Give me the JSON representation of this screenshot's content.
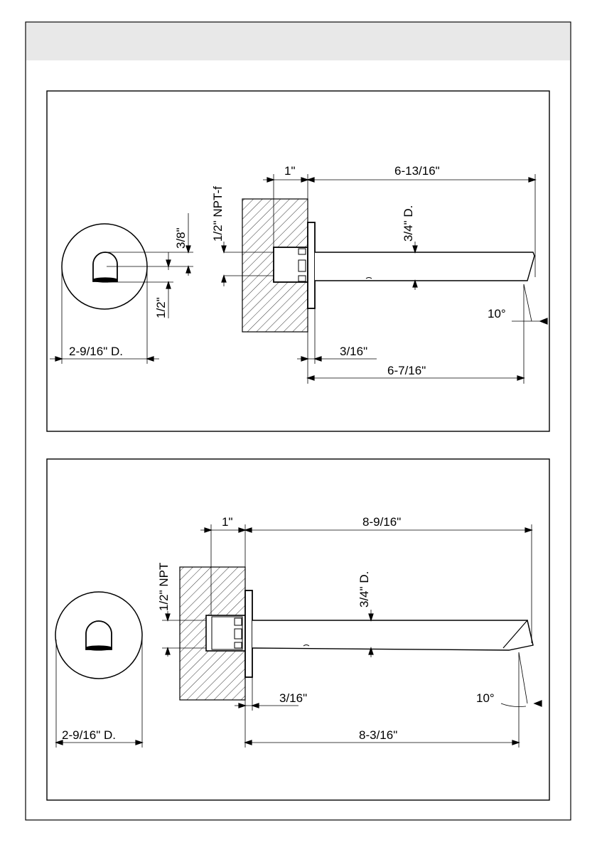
{
  "colors": {
    "line": "#000000",
    "header_fill": "#e8e8e8",
    "paper": "#ffffff"
  },
  "panel1": {
    "flange_diameter": "2-9/16\" D.",
    "cutout_upper": "3/8\"",
    "cutout_lower": "1/2\"",
    "connection": "1/2\" NPT-f",
    "wall_depth": "1\"",
    "spout_reach_top": "6-13/16\"",
    "spout_diameter": "3/4\" D.",
    "flange_thickness": "3/16\"",
    "spout_reach_bottom": "6-7/16\"",
    "angle": "10°"
  },
  "panel2": {
    "flange_diameter": "2-9/16\" D.",
    "connection": "1/2\" NPT",
    "wall_depth": "1\"",
    "spout_reach_top": "8-9/16\"",
    "spout_diameter": "3/4\" D.",
    "flange_thickness": "3/16\"",
    "spout_reach_bottom": "8-3/16\"",
    "angle": "10°"
  }
}
